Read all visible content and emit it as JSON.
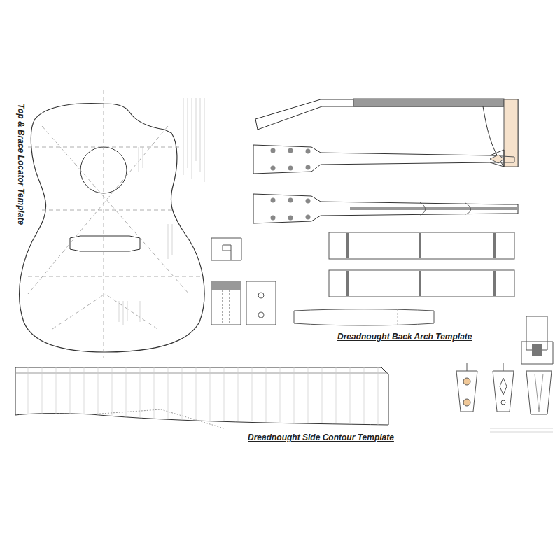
{
  "diagram": {
    "labels": [
      "Top & Brace Locator Template",
      "Dreadnought Back Arch Template",
      "Dreadnought Side Contour Template"
    ]
  }
}
